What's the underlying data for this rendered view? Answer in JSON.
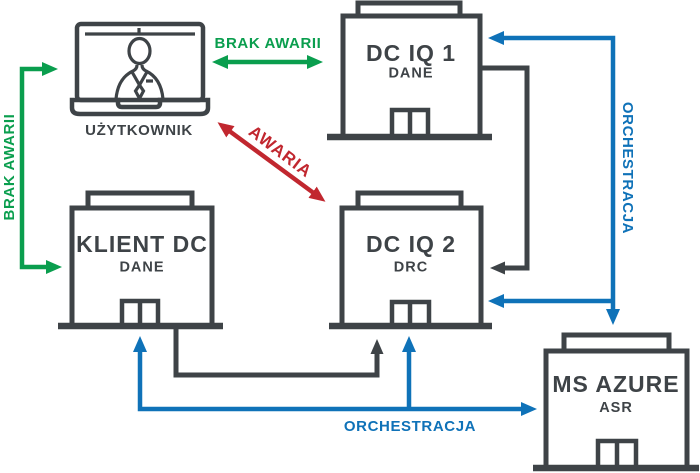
{
  "colors": {
    "green": "#0a9e4e",
    "blue": "#0f72b8",
    "red": "#c1272f",
    "gray": "#3e4347"
  },
  "nodes": {
    "user": {
      "label": "UŻYTKOWNIK"
    },
    "dc_iq_1": {
      "title": "DC IQ 1",
      "subtitle": "DANE"
    },
    "klient_dc": {
      "title": "KLIENT DC",
      "subtitle": "DANE"
    },
    "dc_iq_2": {
      "title": "DC IQ 2",
      "subtitle": "DRC"
    },
    "ms_azure": {
      "title": "MS AZURE",
      "subtitle": "ASR"
    }
  },
  "edges": {
    "brak_awarii_top": {
      "label": "BRAK AWARII"
    },
    "brak_awarii_left": {
      "label": "BRAK AWARII"
    },
    "awaria": {
      "label": "AWARIA"
    },
    "orchestracja_right": {
      "label": "ORCHESTRACJA"
    },
    "orchestracja_bottom": {
      "label": "ORCHESTRACJA"
    }
  }
}
